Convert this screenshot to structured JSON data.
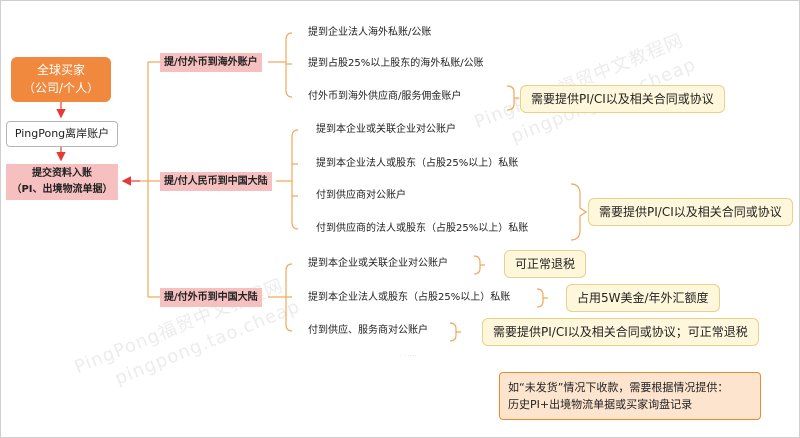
{
  "watermarks": [
    "PingPong福贸中文教程网",
    "pingpong.tao.cheap"
  ],
  "root": {
    "line1": "全球买家",
    "line2": "（公司/个人）"
  },
  "account": "PingPong离岸账户",
  "submit": {
    "line1": "提交资料入账",
    "line2": "（PI、出境物流单据）"
  },
  "branches": [
    {
      "label": "提/付外币到海外账户",
      "items": [
        "提到企业法人海外私账/公账",
        "提到占股25%以上股东的海外私账/公账",
        "付外币到海外供应商/服务佣金账户"
      ],
      "notes": [
        "需要提供PI/CI以及相关合同或协议"
      ]
    },
    {
      "label": "提/付人民币到中国大陆",
      "items": [
        "提到本企业或关联企业对公账户",
        "提到本企业法人或股东（占股25%以上）私账",
        "付到供应商对公账户",
        "付到供应商的法人或股东（占股25%以上）私账"
      ],
      "notes": [
        "需要提供PI/CI以及相关合同或协议"
      ]
    },
    {
      "label": "提/付外币到中国大陆",
      "items": [
        "提到本企业或关联企业对公账户",
        "提到本企业法人或股东（占股25%以上）私账",
        "付到供应、服务商对公账户"
      ],
      "notes": [
        "可正常退税",
        "占用5W美金/年外汇额度",
        "需要提供PI/CI以及相关合同或协议；可正常退税"
      ]
    }
  ],
  "remark": {
    "line1": "如“未发货”情况下收款，需要根据情况提供：",
    "line2": "历史PI+出境物流单据或买家询盘记录"
  },
  "tiny_text": "· · · · · · ·",
  "colors": {
    "accent_orange": "#f0883e",
    "branch_pink": "#f6c0c0",
    "arrow_red": "#e53935",
    "line_orange": "#f2a65a",
    "note_bg": "#fff7dc"
  }
}
